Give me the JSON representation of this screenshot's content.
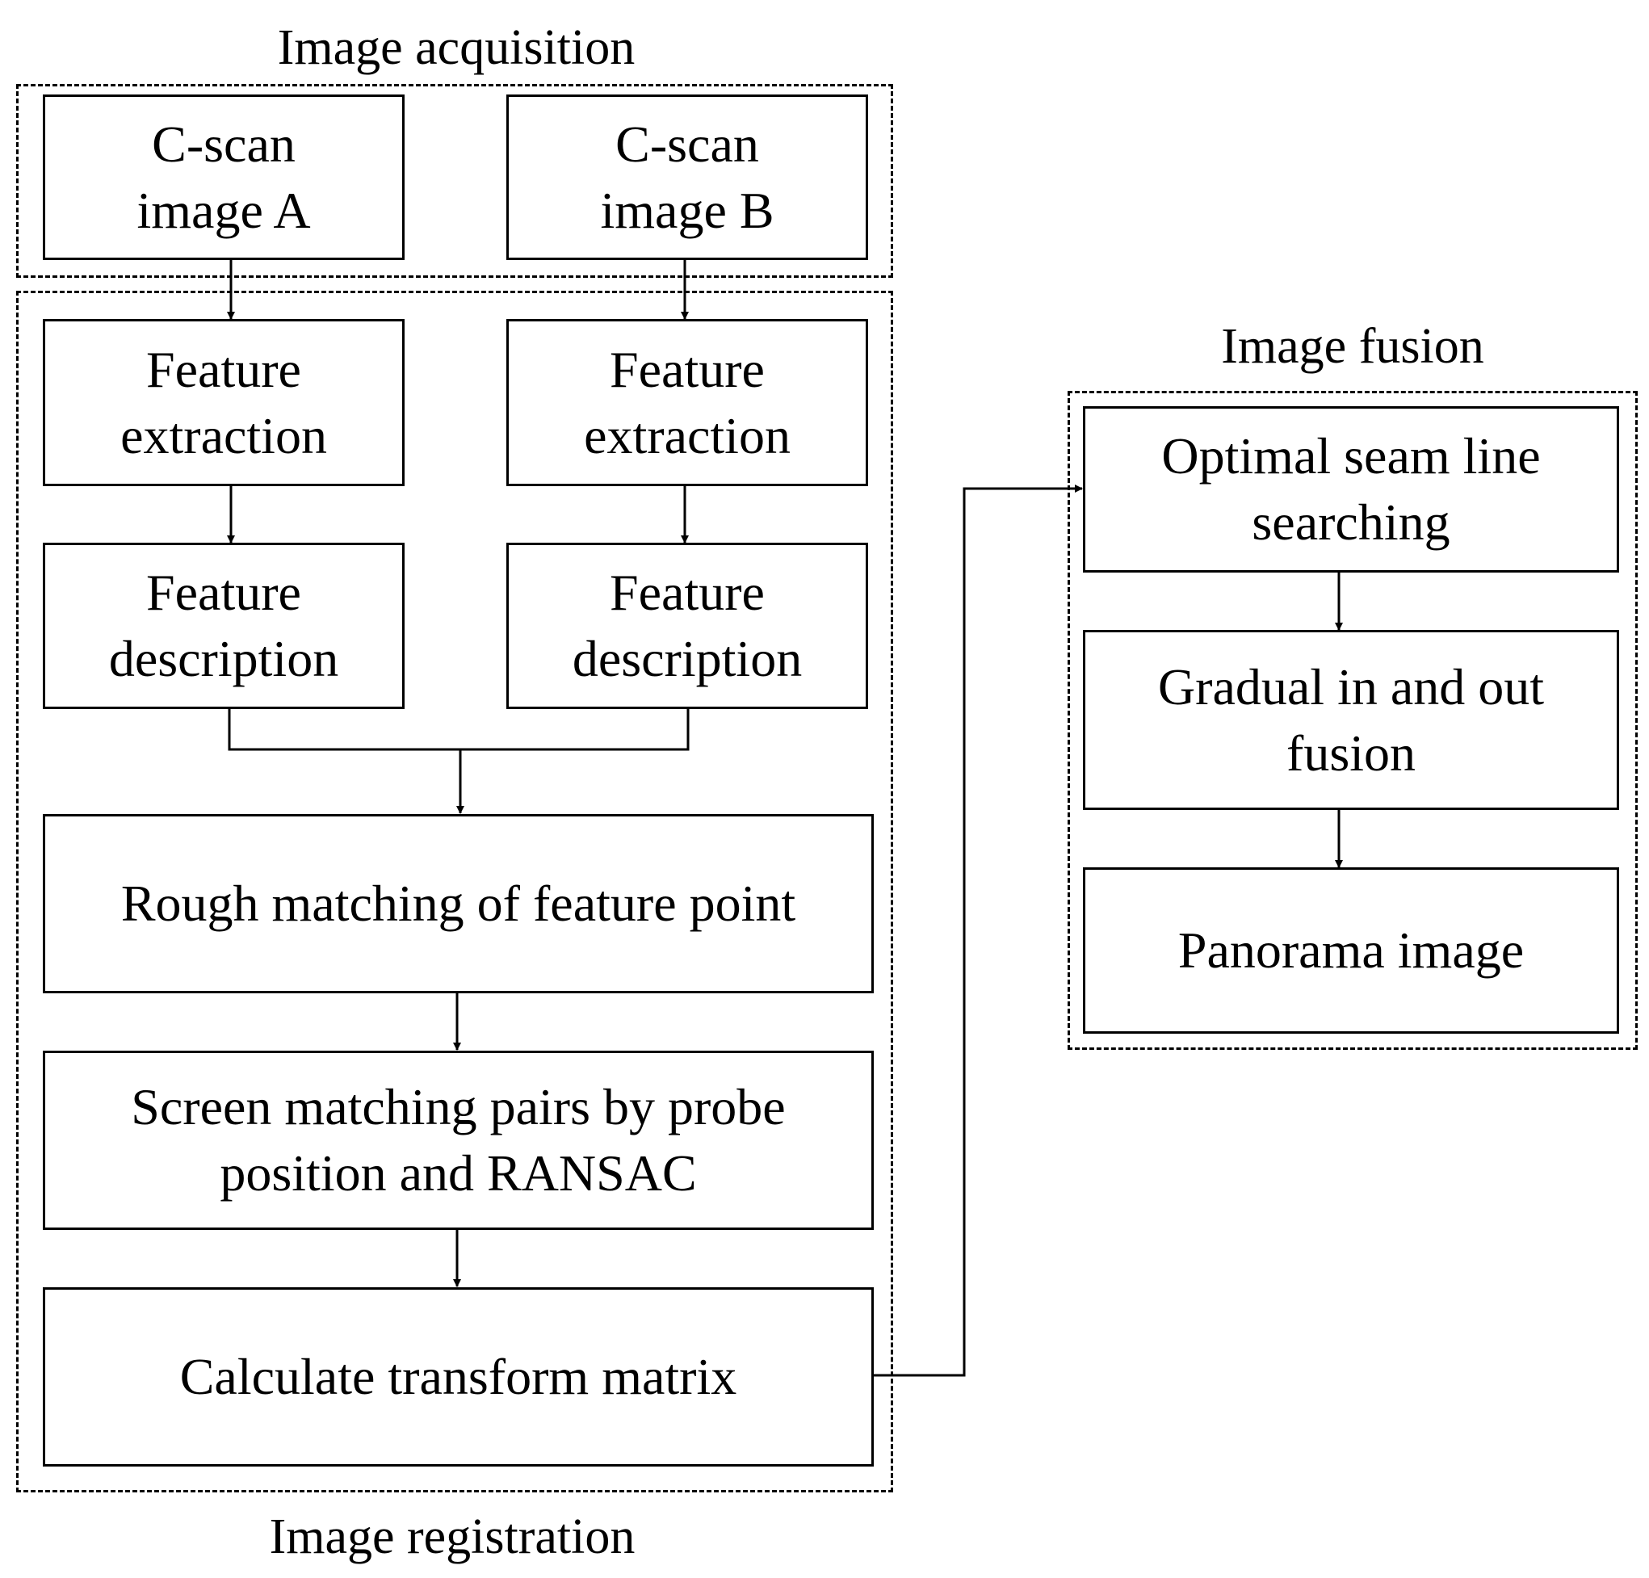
{
  "groups": {
    "acquisition": {
      "title": "Image acquisition"
    },
    "registration": {
      "title": "Image registration"
    },
    "fusion": {
      "title": "Image fusion"
    }
  },
  "nodes": {
    "cscan_a": "C-scan\nimage A",
    "cscan_b": "C-scan\nimage B",
    "feat_extract_a": "Feature\nextraction",
    "feat_extract_b": "Feature\nextraction",
    "feat_desc_a": "Feature\ndescription",
    "feat_desc_b": "Feature\ndescription",
    "rough_match": "Rough matching of feature point",
    "screen_pairs": "Screen matching pairs by probe\nposition and RANSAC",
    "calc_transform": "Calculate transform matrix",
    "seam_search": "Optimal seam line\nsearching",
    "gradual_fusion": "Gradual in and out\nfusion",
    "panorama": "Panorama image"
  },
  "edges": [
    [
      "cscan_a",
      "feat_extract_a"
    ],
    [
      "cscan_b",
      "feat_extract_b"
    ],
    [
      "feat_extract_a",
      "feat_desc_a"
    ],
    [
      "feat_extract_b",
      "feat_desc_b"
    ],
    [
      "feat_desc_a",
      "rough_match"
    ],
    [
      "feat_desc_b",
      "rough_match"
    ],
    [
      "rough_match",
      "screen_pairs"
    ],
    [
      "screen_pairs",
      "calc_transform"
    ],
    [
      "calc_transform",
      "seam_search"
    ],
    [
      "seam_search",
      "gradual_fusion"
    ],
    [
      "gradual_fusion",
      "panorama"
    ]
  ]
}
